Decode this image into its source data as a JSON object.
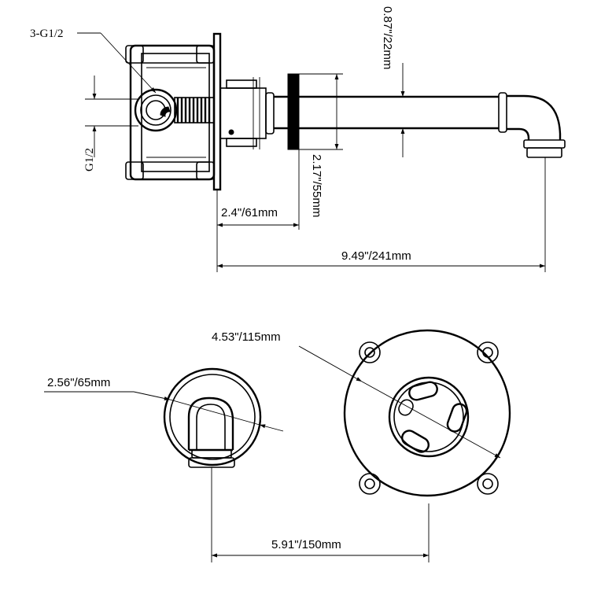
{
  "labels": {
    "thread_main": "3-G1/2",
    "thread_side": "G1/2",
    "spout_diameter": "0.87\"/22mm",
    "flange_gap": "2.17\"/55mm",
    "body_depth": "2.4\"/61mm",
    "total_reach": "9.49\"/241mm",
    "handle_plate": "4.53\"/115mm",
    "spout_plate": "2.56\"/65mm",
    "center_distance": "5.91\"/150mm"
  },
  "colors": {
    "line": "#000000",
    "background": "#ffffff"
  }
}
